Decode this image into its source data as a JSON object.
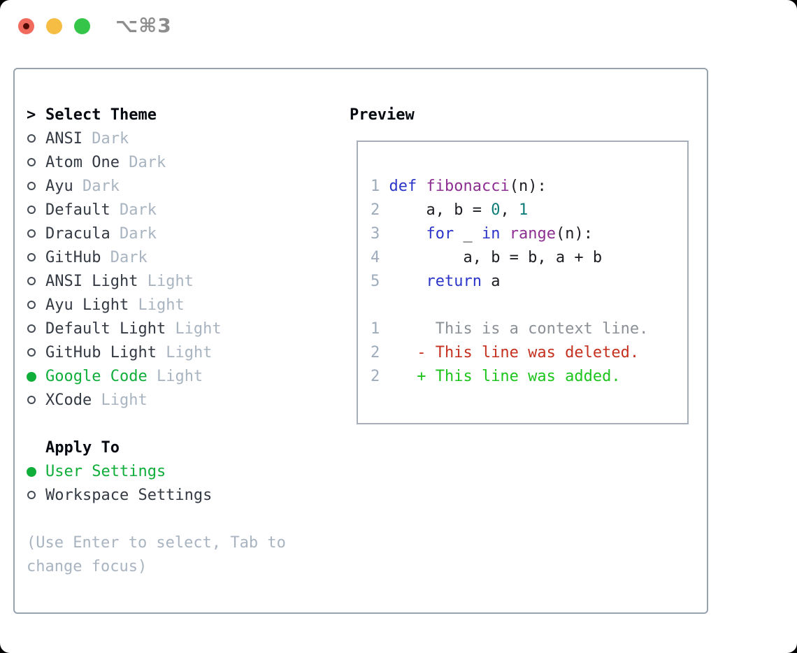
{
  "window": {
    "title": "⌥⌘3"
  },
  "colors": {
    "accent_green": "#0fae3a",
    "variant_gray": "#a9b4c1",
    "panel_border": "#98a2ad",
    "keyword_blue": "#2b35c8",
    "function_purple": "#8c2f90",
    "number_teal": "#0e7c78",
    "line_number_gray": "#9dabbb",
    "diff_red": "#c5301f",
    "diff_green": "#1cc41c",
    "traffic_red": "#f06a5e",
    "traffic_yellow": "#f6bd45",
    "traffic_green": "#35c649"
  },
  "theme_panel": {
    "header": "Select Theme",
    "themes": [
      {
        "name": "ANSI",
        "variant": "Dark",
        "selected": false
      },
      {
        "name": "Atom One",
        "variant": "Dark",
        "selected": false
      },
      {
        "name": "Ayu",
        "variant": "Dark",
        "selected": false
      },
      {
        "name": "Default",
        "variant": "Dark",
        "selected": false
      },
      {
        "name": "Dracula",
        "variant": "Dark",
        "selected": false
      },
      {
        "name": "GitHub",
        "variant": "Dark",
        "selected": false
      },
      {
        "name": "ANSI Light",
        "variant": "Light",
        "selected": false
      },
      {
        "name": "Ayu Light",
        "variant": "Light",
        "selected": false
      },
      {
        "name": "Default Light",
        "variant": "Light",
        "selected": false
      },
      {
        "name": "GitHub Light",
        "variant": "Light",
        "selected": false
      },
      {
        "name": "Google Code",
        "variant": "Light",
        "selected": true
      },
      {
        "name": "XCode",
        "variant": "Light",
        "selected": false
      }
    ],
    "apply_to": {
      "header": "Apply To",
      "options": [
        {
          "label": "User Settings",
          "selected": true
        },
        {
          "label": "Workspace Settings",
          "selected": false
        }
      ]
    },
    "hint": "(Use Enter to select, Tab to change focus)"
  },
  "preview": {
    "title": "Preview",
    "lines": [
      {
        "kind": "code",
        "n": "1",
        "tokens": [
          {
            "c": "pl",
            "t": " "
          },
          {
            "c": "kw",
            "t": "def"
          },
          {
            "c": "pl",
            "t": " "
          },
          {
            "c": "fn",
            "t": "fibonacci"
          },
          {
            "c": "pl",
            "t": "(n):"
          }
        ]
      },
      {
        "kind": "code",
        "n": "2",
        "tokens": [
          {
            "c": "pl",
            "t": "     a, b = "
          },
          {
            "c": "nm",
            "t": "0"
          },
          {
            "c": "pl",
            "t": ", "
          },
          {
            "c": "nm",
            "t": "1"
          }
        ]
      },
      {
        "kind": "code",
        "n": "3",
        "tokens": [
          {
            "c": "pl",
            "t": "     "
          },
          {
            "c": "kw",
            "t": "for"
          },
          {
            "c": "pl",
            "t": " _ "
          },
          {
            "c": "kw",
            "t": "in"
          },
          {
            "c": "pl",
            "t": " "
          },
          {
            "c": "fn",
            "t": "range"
          },
          {
            "c": "pl",
            "t": "(n):"
          }
        ]
      },
      {
        "kind": "code",
        "n": "4",
        "tokens": [
          {
            "c": "pl",
            "t": "         a, b = b, a + b"
          }
        ]
      },
      {
        "kind": "code",
        "n": "5",
        "tokens": [
          {
            "c": "pl",
            "t": "     "
          },
          {
            "c": "kw",
            "t": "return"
          },
          {
            "c": "pl",
            "t": " a"
          }
        ]
      },
      {
        "kind": "blank",
        "n": "",
        "tokens": []
      },
      {
        "kind": "context",
        "n": "1",
        "tokens": [
          {
            "c": "ctx",
            "t": "      This is a context line."
          }
        ]
      },
      {
        "kind": "deleted",
        "n": "2",
        "tokens": [
          {
            "c": "del",
            "t": "    - This line was deleted."
          }
        ]
      },
      {
        "kind": "added",
        "n": "2",
        "tokens": [
          {
            "c": "add",
            "t": "    + This line was added."
          }
        ]
      }
    ]
  }
}
